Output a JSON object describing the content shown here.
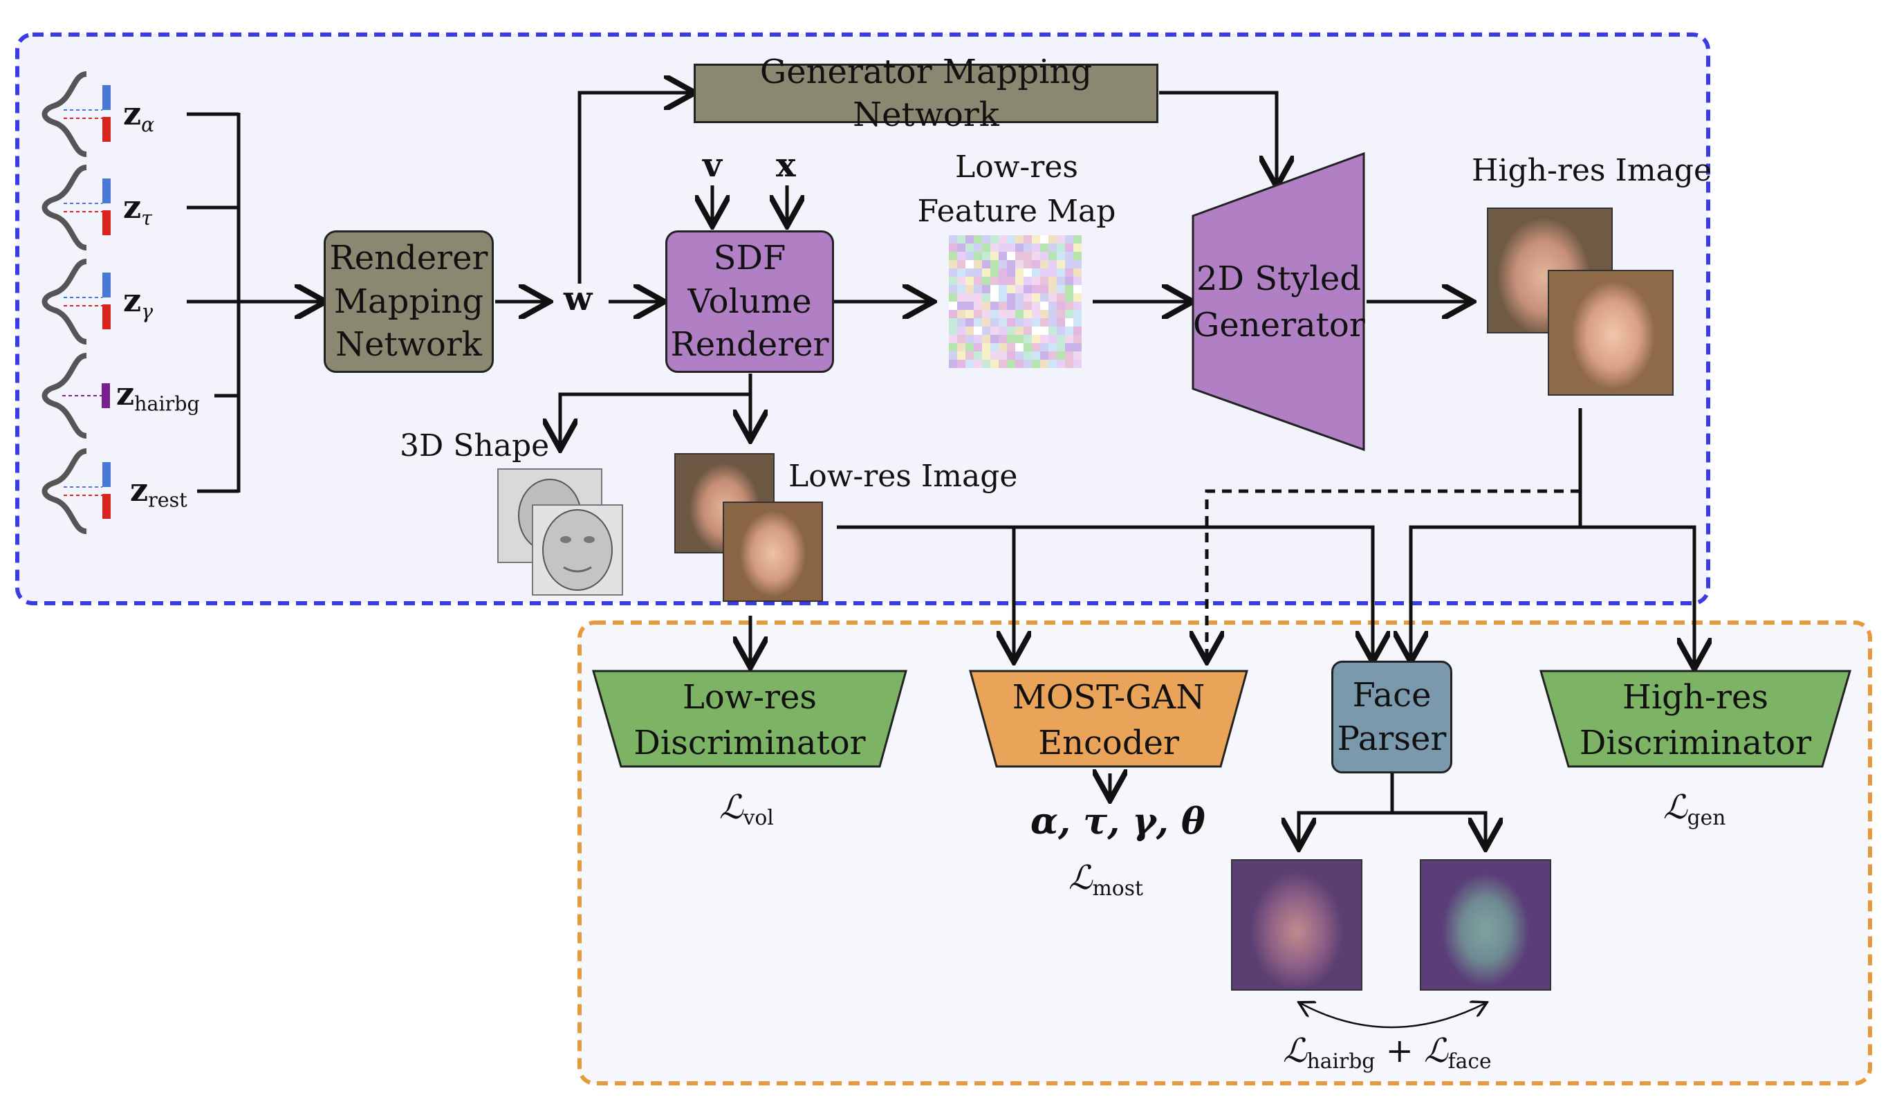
{
  "latents": [
    {
      "symbol": "z",
      "sub": "α"
    },
    {
      "symbol": "z",
      "sub": "τ"
    },
    {
      "symbol": "z",
      "sub": "γ"
    },
    {
      "symbol": "z",
      "sub": "hairbg"
    },
    {
      "symbol": "z",
      "sub": "rest"
    }
  ],
  "blocks": {
    "renderer_mapping": [
      "Renderer",
      "Mapping",
      "Network"
    ],
    "generator_mapping": "Generator Mapping Network",
    "sdf_renderer": [
      "SDF",
      "Volume",
      "Renderer"
    ],
    "styled_generator": [
      "2D Styled",
      "Generator"
    ],
    "lowres_disc": [
      "Low-res",
      "Discriminator"
    ],
    "encoder": [
      "MOST-GAN",
      "Encoder"
    ],
    "face_parser": [
      "Face",
      "Parser"
    ],
    "highres_disc": [
      "High-res",
      "Discriminator"
    ]
  },
  "labels": {
    "w": "w",
    "v": "v",
    "x": "x",
    "feature_map": [
      "Low-res",
      "Feature Map"
    ],
    "highres_image": "High-res Image",
    "lowres_image": "Low-res Image",
    "shape": "3D Shape"
  },
  "losses": {
    "vol": {
      "symbol": "ℒ",
      "sub": "vol"
    },
    "most_params": "α, τ, γ, θ",
    "most": {
      "symbol": "ℒ",
      "sub": "most"
    },
    "gen": {
      "symbol": "ℒ",
      "sub": "gen"
    },
    "hairbg_face": {
      "a": "ℒ",
      "a_sub": "hairbg",
      "plus": "+",
      "b": "ℒ",
      "b_sub": "face"
    }
  },
  "colors": {
    "generator_region": "#3b3be6",
    "loss_region": "#e69a3c",
    "region_fill": "#f3f3fc",
    "mapping_fill": "#8a8870",
    "generator_fill": "#b07fc4",
    "discriminator_fill": "#7cb364",
    "encoder_fill": "#e9a45a",
    "parser_fill": "#7b99ad"
  }
}
